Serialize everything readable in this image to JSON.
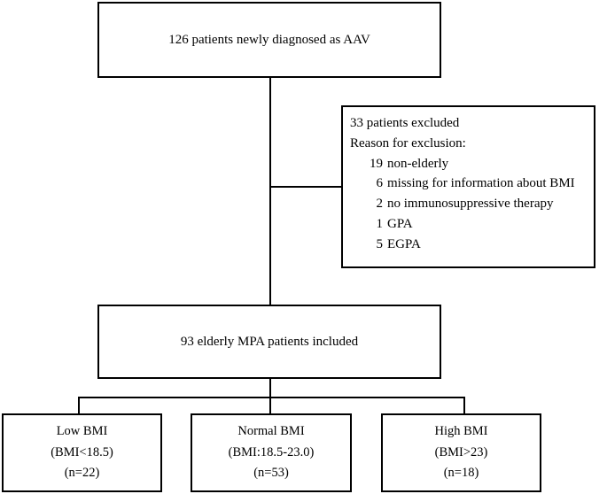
{
  "diagram": {
    "type": "patient-selection-flowchart",
    "colors": {
      "background": "#ffffff",
      "border": "#000000",
      "text": "#000000"
    },
    "enrolled_box": {
      "text": "126 patients newly diagnosed as AAV"
    },
    "excluded_box": {
      "title": "33 patients excluded",
      "reason_header": "Reason for exclusion:",
      "reasons": [
        {
          "count": "19",
          "label": "non-elderly"
        },
        {
          "count": "6",
          "label": "missing for information about BMI"
        },
        {
          "count": "2",
          "label": "no immunosuppressive therapy"
        },
        {
          "count": "1",
          "label": "GPA"
        },
        {
          "count": "5",
          "label": "EGPA"
        }
      ]
    },
    "included_box": {
      "text": "93 elderly MPA patients included"
    },
    "groups": [
      {
        "name": "Low BMI",
        "criterion": "(BMI<18.5)",
        "n": "(n=22)"
      },
      {
        "name": "Normal BMI",
        "criterion": "(BMI:18.5-23.0)",
        "n": "(n=53)"
      },
      {
        "name": "High BMI",
        "criterion": "(BMI>23)",
        "n": "(n=18)"
      }
    ]
  }
}
